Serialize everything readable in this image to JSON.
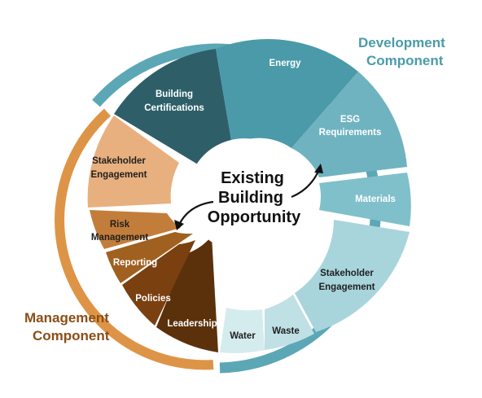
{
  "center": {
    "line1": "Existing",
    "line2": "Building",
    "line3": "Opportunity"
  },
  "components": {
    "development": {
      "line1": "Development",
      "line2": "Component",
      "color": "#4a9bab"
    },
    "management": {
      "line1": "Management",
      "line2": "Component",
      "color": "#8a4e16"
    }
  },
  "segments": {
    "energy": {
      "line1": "Energy"
    },
    "esg": {
      "line1": "ESG",
      "line2": "Requirements"
    },
    "materials": {
      "line1": "Materials"
    },
    "stakeholder_dev": {
      "line1": "Stakeholder",
      "line2": "Engagement"
    },
    "waste": {
      "line1": "Waste"
    },
    "water": {
      "line1": "Water"
    },
    "leadership": {
      "line1": "Leadership"
    },
    "policies": {
      "line1": "Policies"
    },
    "reporting": {
      "line1": "Reporting"
    },
    "risk": {
      "line1": "Risk",
      "line2": "Management"
    },
    "stakeholder_mgmt": {
      "line1": "Stakeholder",
      "line2": "Engagement"
    },
    "building_cert": {
      "line1": "Building",
      "line2": "Certifications"
    }
  },
  "colors": {
    "teal_ring": "#5ca7b6",
    "orange_ring": "#de9447",
    "dark_teal": "#2e5f69",
    "mid_teal": "#4a9aaa",
    "light_teal": "#7fc0cb",
    "pale_teal": "#a8d5dc",
    "paler_teal": "#d5ecef",
    "dark_brown": "#5b310b",
    "brown": "#8a4b16",
    "orange_brown": "#b06a28",
    "peach": "#e8b07e"
  }
}
